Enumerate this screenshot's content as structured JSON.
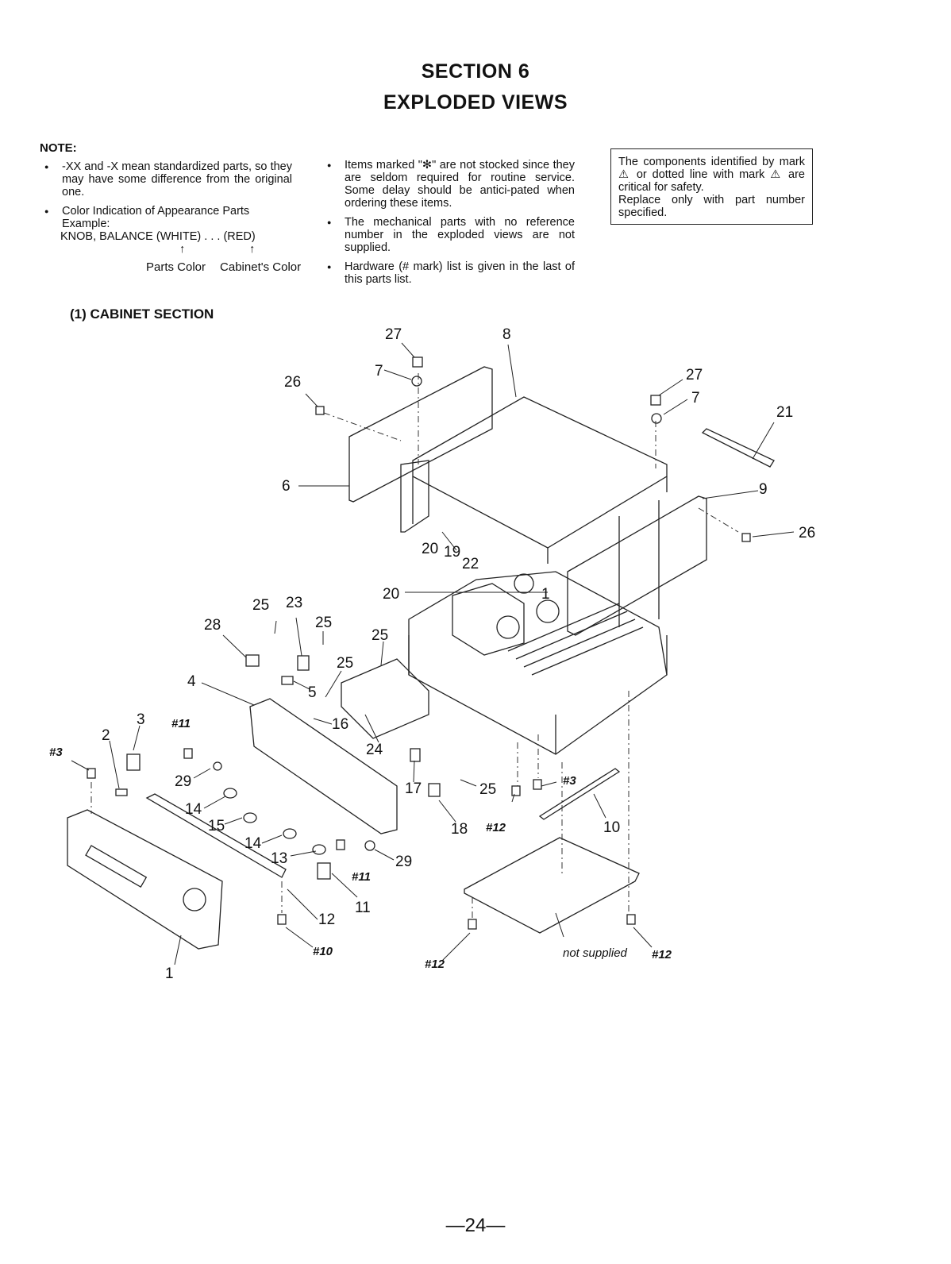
{
  "header": {
    "section": "SECTION 6",
    "title": "EXPLODED VIEWS"
  },
  "note": {
    "label": "NOTE:",
    "col1": [
      "-XX and -X mean standardized parts, so they may have some difference from the original one.",
      "Color Indication of Appearance Parts"
    ],
    "example_label": "Example:",
    "example_text": "KNOB, BALANCE (WHITE) . . . (RED)",
    "arrow_symbol": "↑",
    "parts_color": "Parts Color",
    "cabinet_color": "Cabinet's Color",
    "col2": [
      "Items marked \"✻\" are not stocked since they are seldom required for routine service. Some delay should be antici-pated when ordering these items.",
      "The mechanical parts with no reference number in the exploded views are not supplied.",
      "Hardware (# mark) list is given in the last of this parts list."
    ],
    "safety": {
      "line1": "The components identified by mark ⚠ or dotted line with mark ⚠ are critical for safety.",
      "line2": "Replace only with part number specified."
    }
  },
  "subsection": "(1) CABINET SECTION",
  "diagram": {
    "callouts": [
      "27",
      "8",
      "7",
      "26",
      "27",
      "7",
      "21",
      "6",
      "9",
      "26",
      "20",
      "19",
      "22",
      "20",
      "1",
      "25",
      "23",
      "25",
      "28",
      "25",
      "25",
      "4",
      "5",
      "16",
      "3",
      "#11",
      "2",
      "24",
      "#3",
      "29",
      "17",
      "25",
      "#3",
      "14",
      "15",
      "18",
      "#12",
      "10",
      "14",
      "13",
      "29",
      "#11",
      "11",
      "12",
      "#10",
      "#12",
      "not supplied",
      "#12",
      "1"
    ]
  },
  "page_number": "—24—"
}
